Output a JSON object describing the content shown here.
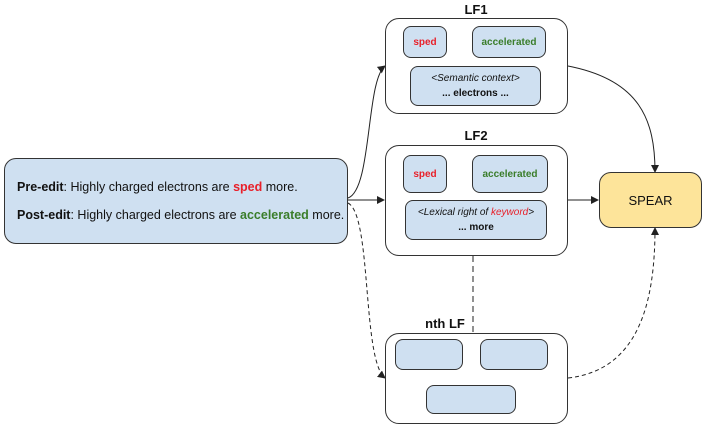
{
  "main_box": {
    "pre_label": "Pre-edit",
    "pre_text_before": ": Highly charged electrons are ",
    "pre_word": "sped",
    "pre_text_after": " more.",
    "post_label": "Post-edit",
    "post_text_before": ": Highly charged electrons are ",
    "post_word": "accelerated",
    "post_text_after": " more."
  },
  "lf1": {
    "title": "LF1",
    "from_word": "sped",
    "to_word": "accelerated",
    "context_line1": "<Semantic context>",
    "context_line2": "... electrons ..."
  },
  "lf2": {
    "title": "LF2",
    "from_word": "sped",
    "to_word": "accelerated",
    "context_prefix": "<Lexical right of ",
    "context_keyword": "keyword",
    "context_suffix": ">",
    "context_line2": "... more"
  },
  "lfn": {
    "title": "nth LF"
  },
  "spear": {
    "label": "SPEAR"
  },
  "colors": {
    "box_blue": "#cfe0f1",
    "spear_yellow": "#fde49a",
    "red": "#e8202a",
    "green": "#3a7d2a"
  }
}
